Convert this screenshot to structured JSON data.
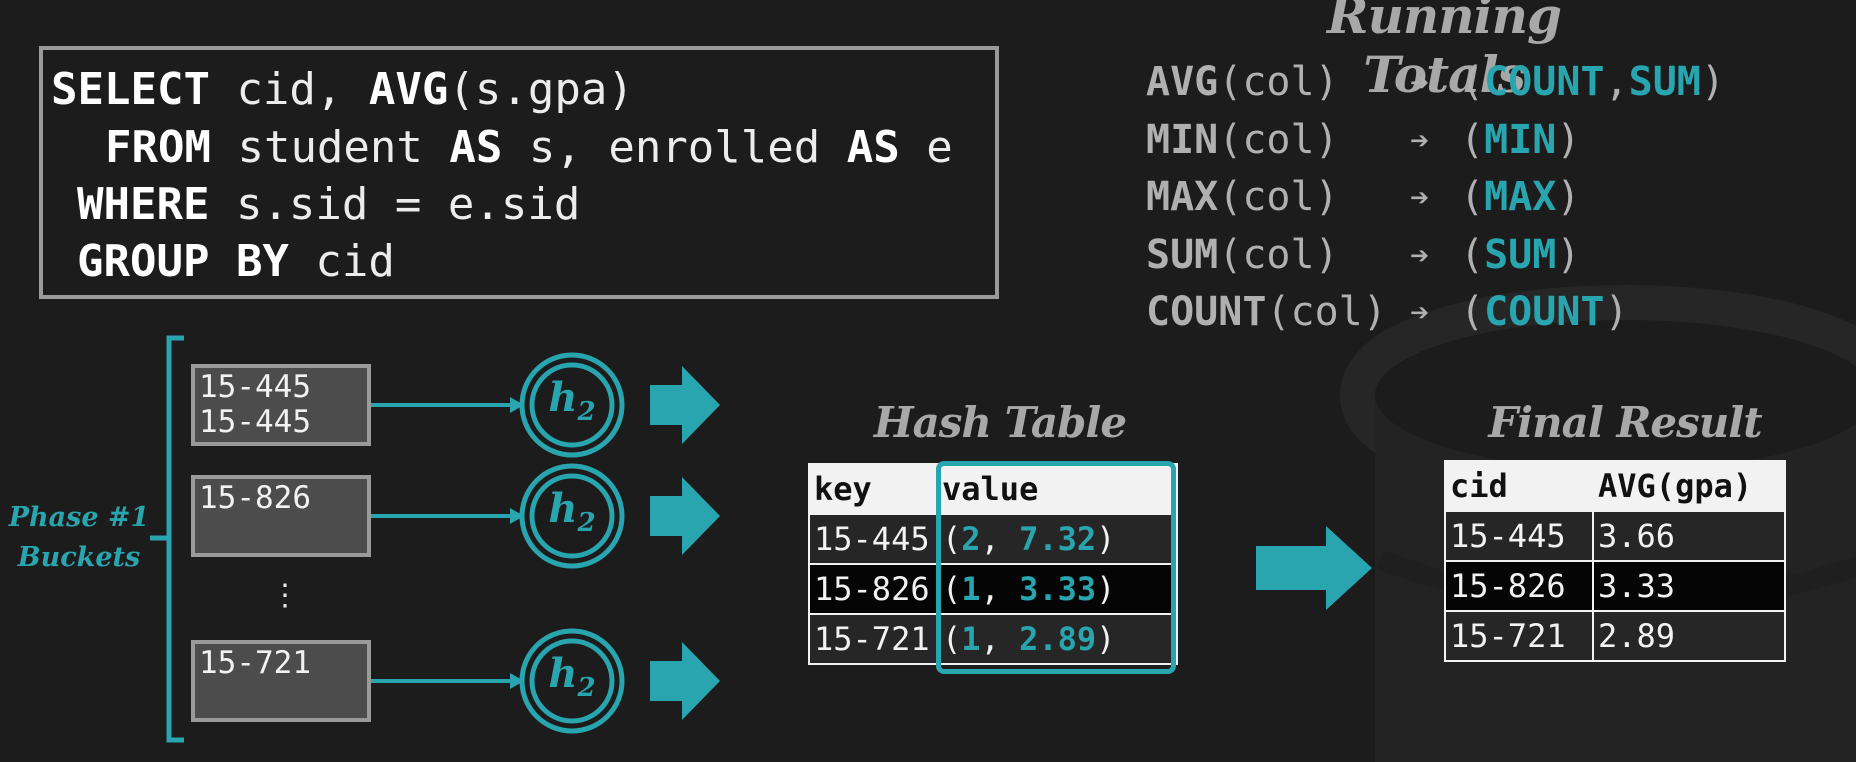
{
  "sql": {
    "lines": [
      {
        "kw1": "SELECT",
        "t1": " cid, ",
        "kw2": "AVG",
        "t2": "(s.gpa)"
      },
      {
        "kw1": "FROM",
        "t1": " student ",
        "kw2": "AS",
        "t2": " s, enrolled ",
        "kw3": "AS",
        "t3": " e"
      },
      {
        "kw1": "WHERE",
        "t1": " s.sid = e.sid"
      },
      {
        "kw1": "GROUP BY",
        "t1": " cid"
      }
    ]
  },
  "running_totals": {
    "title": "Running Totals",
    "rows": [
      {
        "fn": "AVG",
        "arg": "(col)",
        "arrow": "➔",
        "open": "(",
        "parts": [
          "COUNT",
          ",",
          "SUM"
        ],
        "close": ")"
      },
      {
        "fn": "MIN",
        "arg": "(col)",
        "arrow": "➔",
        "open": "(",
        "parts": [
          "MIN"
        ],
        "close": ")"
      },
      {
        "fn": "MAX",
        "arg": "(col)",
        "arrow": "➔",
        "open": "(",
        "parts": [
          "MAX"
        ],
        "close": ")"
      },
      {
        "fn": "SUM",
        "arg": "(col)",
        "arrow": "➔",
        "open": "(",
        "parts": [
          "SUM"
        ],
        "close": ")"
      },
      {
        "fn": "COUNT",
        "arg": "(col)",
        "arrow": "➔",
        "open": "(",
        "parts": [
          "COUNT"
        ],
        "close": ")"
      }
    ]
  },
  "phase": {
    "line1": "Phase #1",
    "line2": "Buckets"
  },
  "buckets": [
    {
      "lines": [
        "15-445",
        "15-445"
      ]
    },
    {
      "lines": [
        "15-826"
      ]
    },
    {
      "lines": [
        "15-721"
      ]
    }
  ],
  "ellipsis": "⋮",
  "hash_fn": {
    "name": "h",
    "sub": "2"
  },
  "hash_table": {
    "title": "Hash Table",
    "headers": [
      "key",
      "value"
    ],
    "rows": [
      {
        "key": "15-445",
        "open": "(",
        "count": "2",
        "sep": ", ",
        "sum": "7.32",
        "close": ")"
      },
      {
        "key": "15-826",
        "open": "(",
        "count": "1",
        "sep": ", ",
        "sum": "3.33",
        "close": ")"
      },
      {
        "key": "15-721",
        "open": "(",
        "count": "1",
        "sep": ", ",
        "sum": "2.89",
        "close": ")"
      }
    ]
  },
  "final_result": {
    "title": "Final Result",
    "headers": [
      "cid",
      "AVG(gpa)"
    ],
    "rows": [
      [
        "15-445",
        "3.66"
      ],
      [
        "15-826",
        "3.33"
      ],
      [
        "15-721",
        "2.89"
      ]
    ]
  },
  "colors": {
    "accent": "#28a5ae",
    "background": "#1c1c1c",
    "border": "#9a9a9a",
    "title_gray": "#a8a8a8"
  }
}
